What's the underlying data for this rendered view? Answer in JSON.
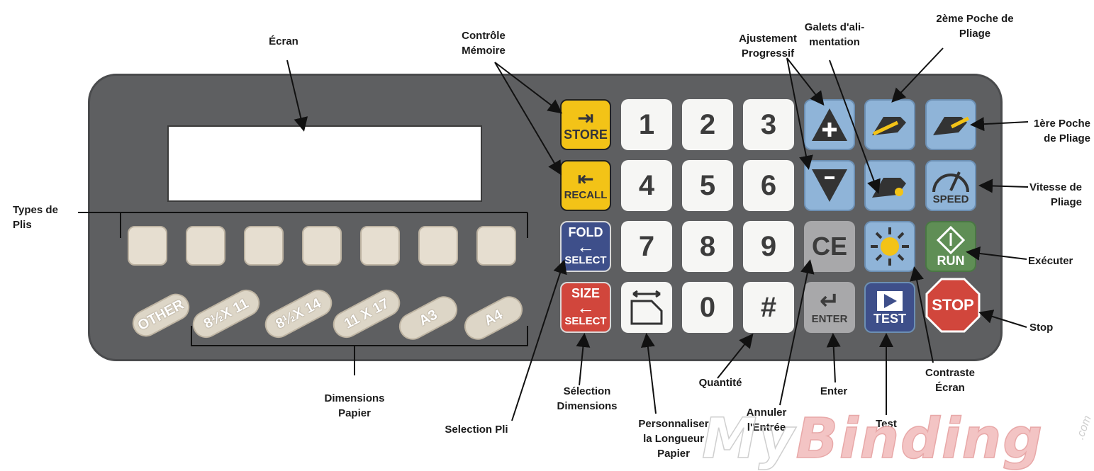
{
  "callouts": {
    "ecran": "Écran",
    "controle_memoire": "Contrôle\nMémoire",
    "ajustement_progressif": "Ajustement\nProgressif",
    "galets": "Galets d'ali-\nmentation",
    "poche2": "2ème Poche de\nPliage",
    "poche1": "1ère Poche\nde Pliage",
    "vitesse": "Vitesse de\nPliage",
    "executer": "Exécuter",
    "stop": "Stop",
    "types_plis": "Types de\nPlis",
    "dimensions_papier": "Dimensions\nPapier",
    "selection_pli": "Selection Pli",
    "selection_dimensions": "Sélection\nDimensions",
    "personnaliser": "Personnaliser\nla Longueur\nPapier",
    "quantite": "Quantité",
    "annuler": "Annuler\nl'Entrée",
    "enter": "Enter",
    "test": "Test",
    "contraste": "Contraste\nÉcran"
  },
  "keys": {
    "store": "STORE",
    "recall": "RECALL",
    "fold_top": "FOLD",
    "fold_bottom": "SELECT",
    "size_top": "SIZE",
    "size_bottom": "SELECT",
    "n1": "1",
    "n2": "2",
    "n3": "3",
    "n4": "4",
    "n5": "5",
    "n6": "6",
    "n7": "7",
    "n8": "8",
    "n9": "9",
    "n0": "0",
    "hash": "#",
    "ce": "CE",
    "enter": "ENTER",
    "test": "TEST",
    "speed": "SPEED",
    "run": "RUN",
    "stop": "STOP"
  },
  "paper_sizes": [
    "OTHER",
    "8½X 11",
    "8½X 14",
    "11 X 17",
    "A3",
    "A4"
  ],
  "watermark": {
    "brand_a": "My",
    "brand_b": "Binding",
    "suffix": ".com"
  },
  "colors": {
    "panel": "#5e5f61",
    "store_yellow": "#f3c317",
    "fold_navy": "#3e4f8a",
    "size_red": "#d1463c",
    "pocket_blue": "#8fb4d8",
    "run_green": "#5f8e55",
    "stop_red": "#d1463c"
  }
}
